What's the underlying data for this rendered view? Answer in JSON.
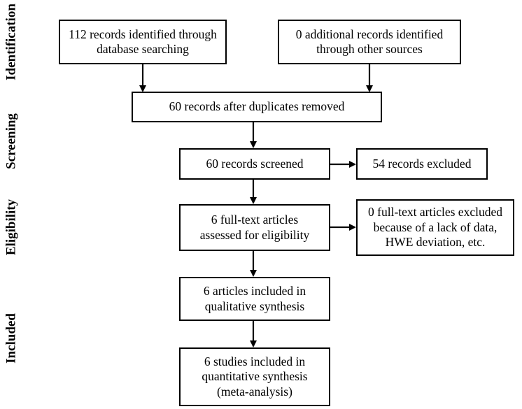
{
  "stages": {
    "identification": "Identification",
    "screening": "Screening",
    "eligibility": "Eligibility",
    "included": "Included"
  },
  "boxes": {
    "database_records": "112 records identified through\ndatabase searching",
    "other_sources": "0 additional records identified\nthrough other sources",
    "after_duplicates": "60 records after duplicates removed",
    "screened": "60 records screened",
    "excluded": "54 records excluded",
    "full_text_assessed": "6 full-text articles\nassessed for eligibility",
    "full_text_excluded": "0 full-text articles excluded\nbecause of a lack of data,\nHWE deviation, etc.",
    "qualitative": "6 articles included in\nqualitative synthesis",
    "quantitative": "6 studies included in\nquantitative synthesis\n(meta-analysis)"
  }
}
